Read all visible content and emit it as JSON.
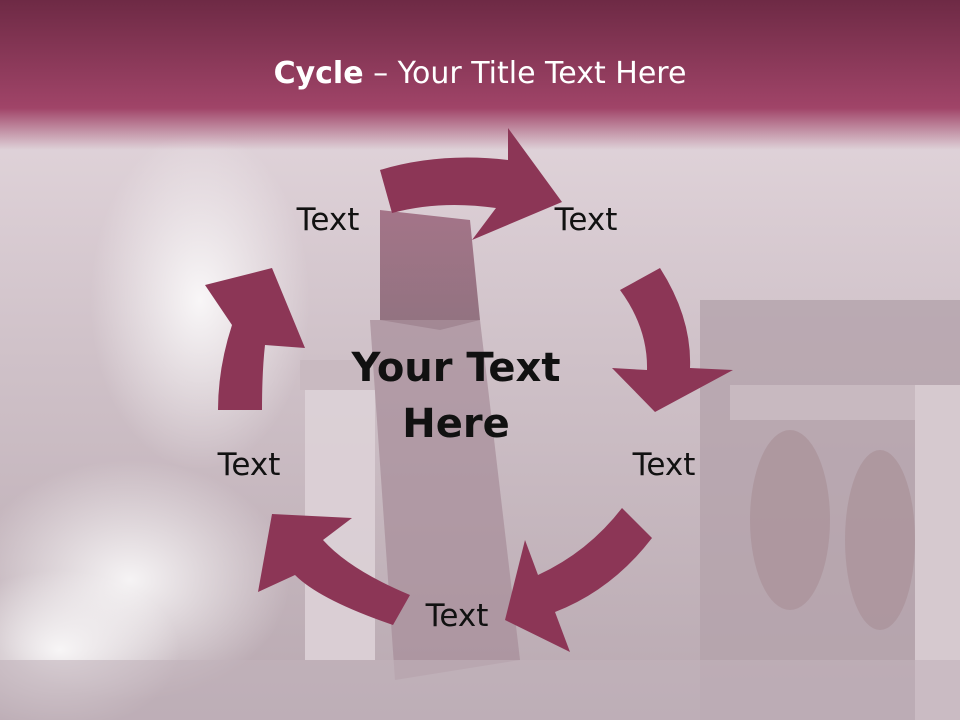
{
  "slide": {
    "title_bold": "Cycle",
    "title_rest": " – Your Title Text Here",
    "center_text_line1": "Your Text",
    "center_text_line2": "Here"
  },
  "cycle": {
    "nodes": [
      {
        "label": "Text"
      },
      {
        "label": "Text"
      },
      {
        "label": "Text"
      },
      {
        "label": "Text"
      },
      {
        "label": "Text"
      }
    ]
  },
  "colors": {
    "title_bar_top": "#6e2a45",
    "title_bar_bottom": "#a04468",
    "arrow": "#8c3656",
    "background": "#cdbfc6"
  }
}
